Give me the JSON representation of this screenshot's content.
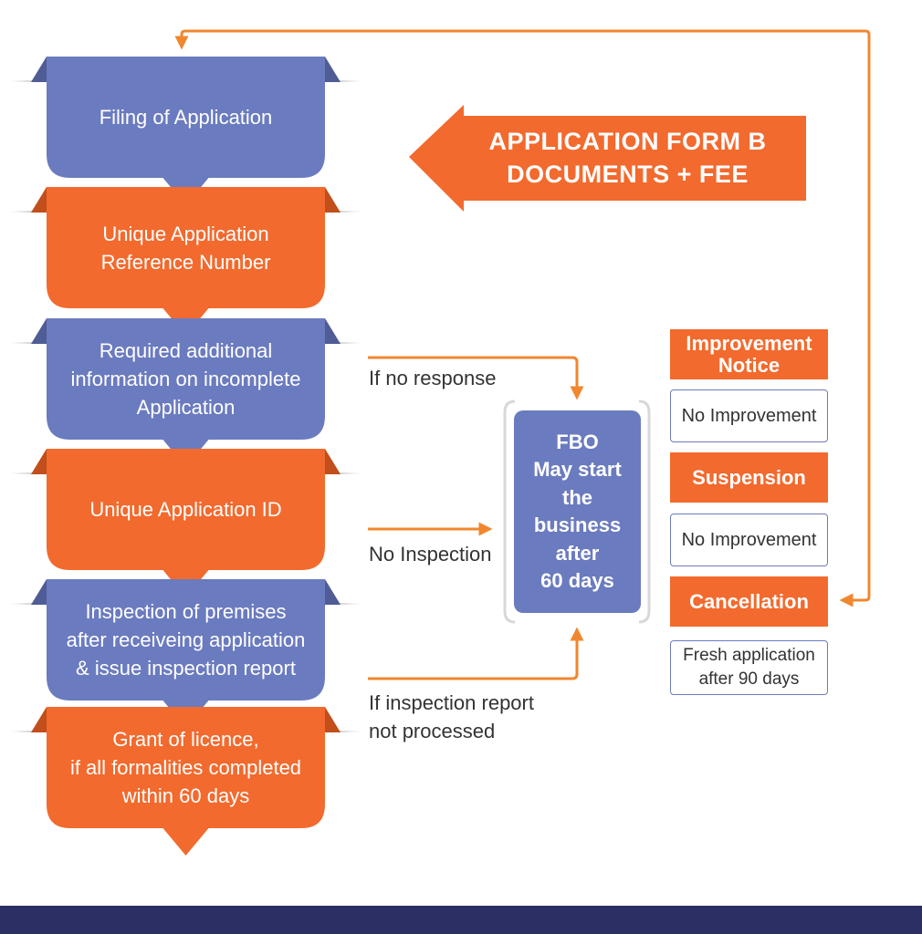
{
  "steps": [
    {
      "text": "Filing of Application",
      "color": "#6b7bbf"
    },
    {
      "text": "Unique Application\nReference Number",
      "color": "#f26a2e"
    },
    {
      "text": "Required additional\ninformation on incomplete\nApplication",
      "color": "#6b7bbf"
    },
    {
      "text": "Unique Application ID",
      "color": "#f26a2e"
    },
    {
      "text": "Inspection of premises\nafter receiveing application\n& issue inspection report",
      "color": "#6b7bbf"
    },
    {
      "text": "Grant of licence,\nif all formalities completed\nwithin 60 days",
      "color": "#f26a2e"
    }
  ],
  "input_arrow": {
    "text": "APPLICATION FORM B\nDOCUMENTS + FEE",
    "color": "#f26a2e"
  },
  "connector_labels": {
    "no_response": "If no response",
    "no_inspection": "No Inspection",
    "report_not_processed": "If inspection report\nnot processed"
  },
  "fbo_box": {
    "text": "FBO\nMay start\nthe\nbusiness\nafter\n60 days",
    "color": "#6b7bbf"
  },
  "status_chain": {
    "improvement_notice": "Improvement\nNotice",
    "no_improvement_1": "No Improvement",
    "suspension": "Suspension",
    "no_improvement_2": "No Improvement",
    "cancellation": "Cancellation",
    "fresh_application": "Fresh application\nafter 90 days"
  },
  "colors": {
    "blue": "#6b7bbf",
    "orange": "#f26a2e",
    "arrow": "#f0872f",
    "footer": "#2b2f63"
  }
}
